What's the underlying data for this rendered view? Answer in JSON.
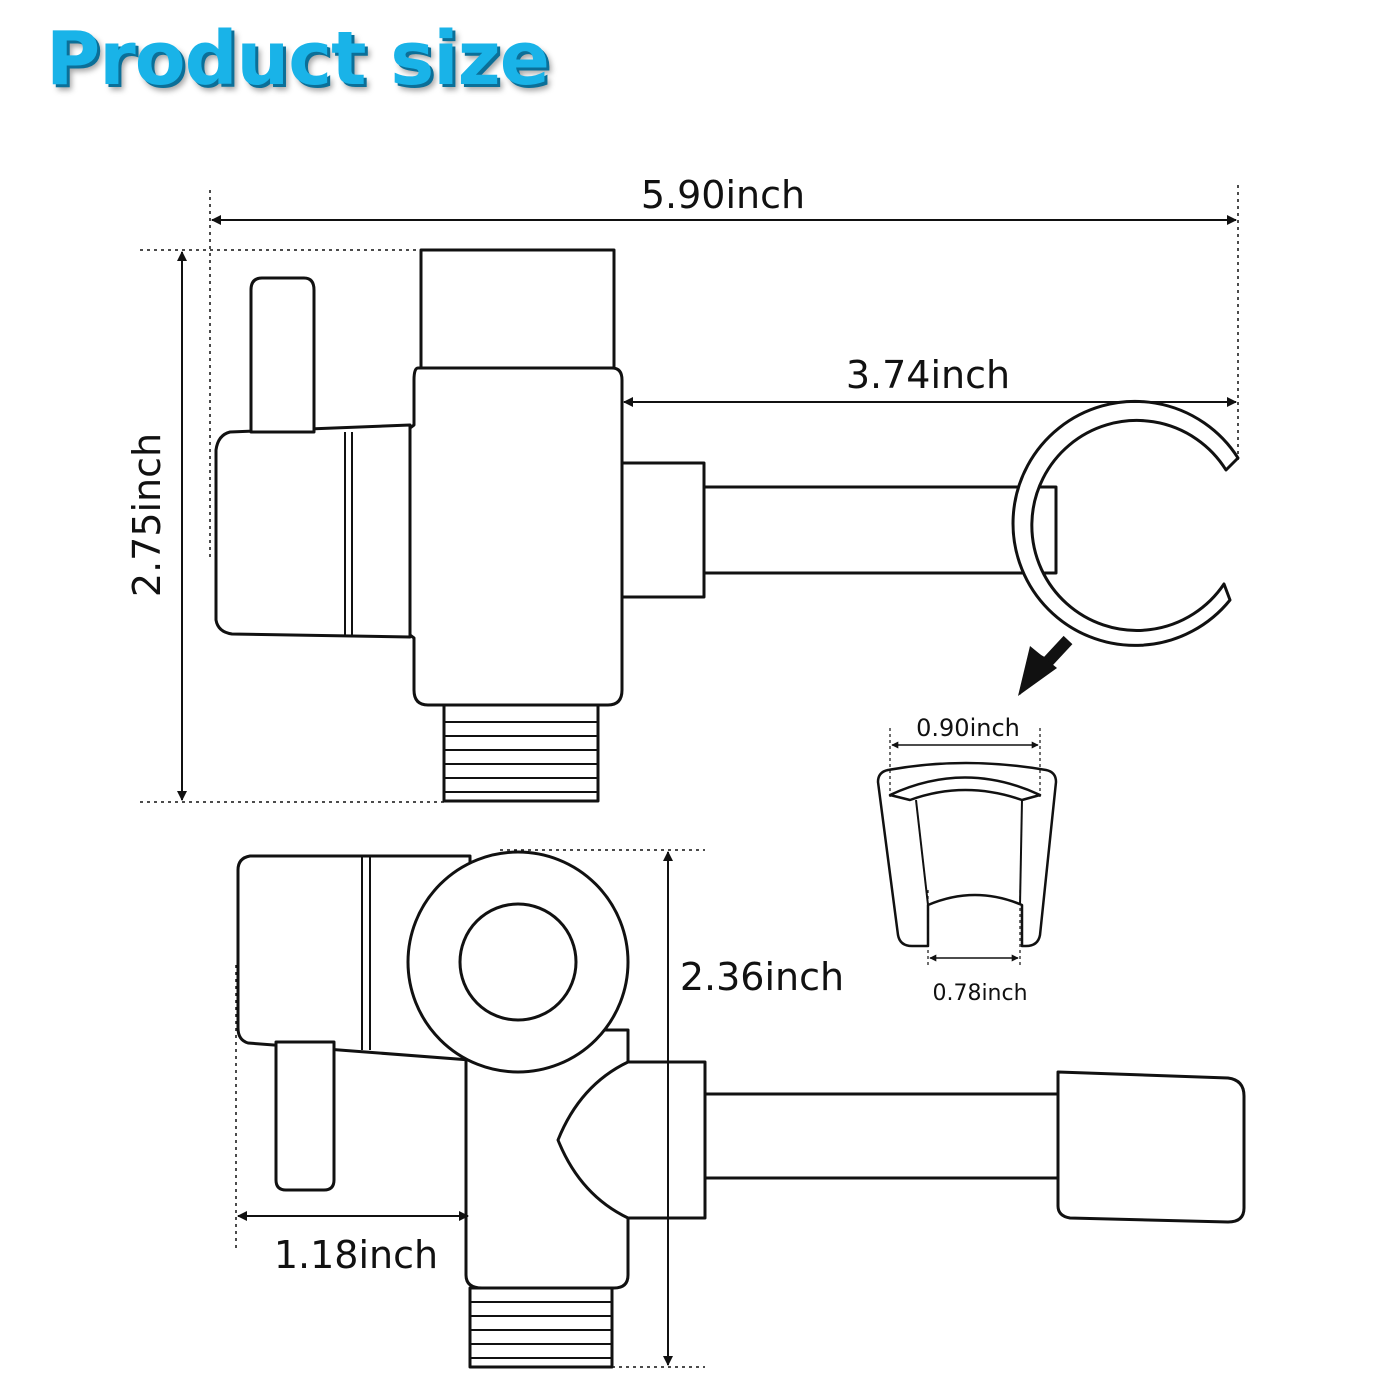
{
  "title": "Product size",
  "dimensions": {
    "total_length": "5.90inch",
    "arm_length": "3.74inch",
    "height_front": "2.75inch",
    "height_side": "2.36inch",
    "handle_offset": "1.18inch",
    "holder_top_width": "0.90inch",
    "holder_bottom_width": "0.78inch"
  },
  "colors": {
    "title": "#19b3e8",
    "title_shadow": "#0b6f98",
    "line": "#111111"
  }
}
